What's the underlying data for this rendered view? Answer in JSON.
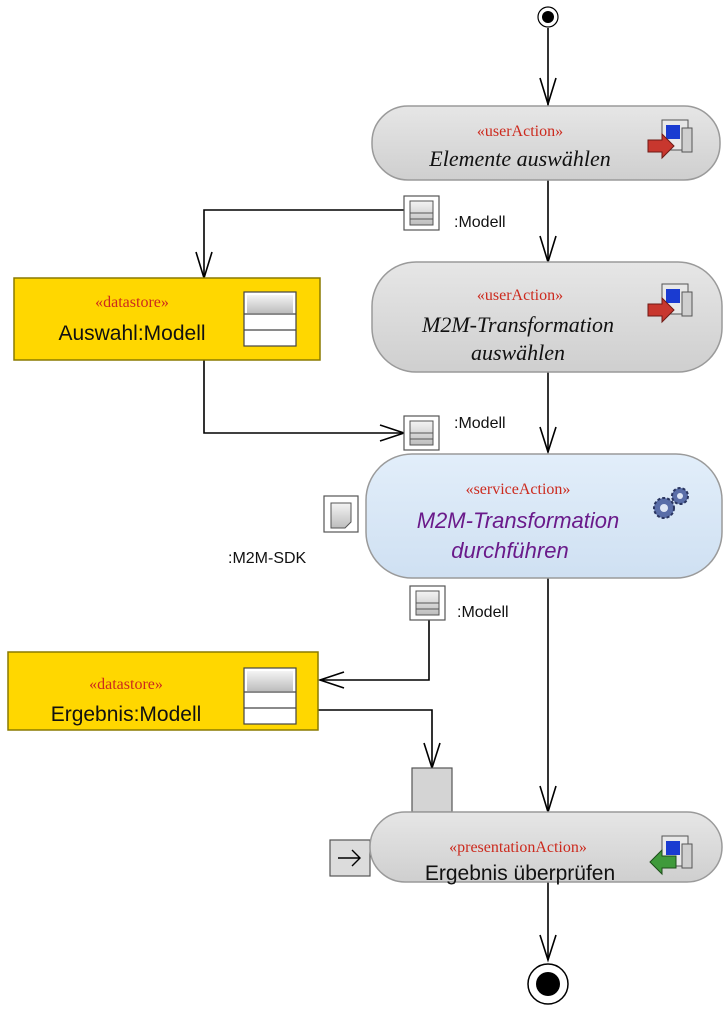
{
  "diagram": {
    "actions": [
      {
        "id": "elemente",
        "stereotype": "«userAction»",
        "lines": [
          "Elemente auswählen"
        ],
        "kind": "user",
        "icon": "computer-export-icon"
      },
      {
        "id": "m2m-select",
        "stereotype": "«userAction»",
        "lines": [
          "M2M-Transformation",
          "auswählen"
        ],
        "kind": "user",
        "icon": "computer-export-icon"
      },
      {
        "id": "m2m-run",
        "stereotype": "«serviceAction»",
        "lines": [
          "M2M-Transformation",
          "durchführen"
        ],
        "kind": "service",
        "icon": "gears-icon"
      },
      {
        "id": "ergebnis-check",
        "stereotype": "«presentationAction»",
        "lines": [
          "Ergebnis überprüfen"
        ],
        "kind": "presentation",
        "icon": "computer-import-icon"
      }
    ],
    "datastores": [
      {
        "id": "auswahl",
        "stereotype": "«datastore»",
        "label": "Auswahl:Modell"
      },
      {
        "id": "ergebnis",
        "stereotype": "«datastore»",
        "label": "Ergebnis:Modell"
      }
    ],
    "pins": [
      {
        "id": "pin-out-1",
        "label": ":Modell"
      },
      {
        "id": "pin-in-2",
        "label": ":Modell"
      },
      {
        "id": "pin-out-3",
        "label": ":Modell"
      },
      {
        "id": "pin-sdk",
        "label": ":M2M-SDK"
      }
    ],
    "colors": {
      "action_fill": "#d4d4d4",
      "service_fill": "#d6e6f5",
      "datastore_fill": "#ffd700",
      "stereotype_text": "#cc2a1e",
      "service_text": "#6a1a8a"
    }
  }
}
